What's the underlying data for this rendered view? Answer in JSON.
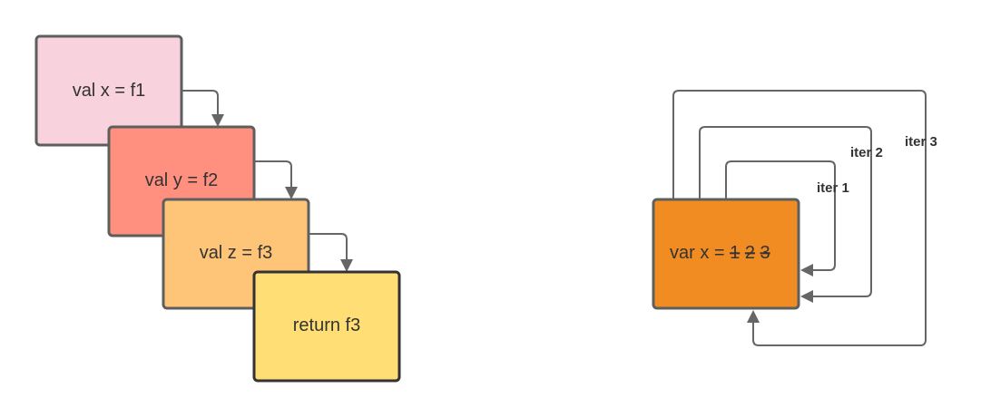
{
  "immutable_flow": {
    "boxes": [
      {
        "label": "val x = f1",
        "fill": "#f8d2dc"
      },
      {
        "label": "val y = f2",
        "fill": "#ff8f7f"
      },
      {
        "label": "val z = f3",
        "fill": "#fec578"
      },
      {
        "label": "return f3",
        "fill": "#ffde75"
      }
    ]
  },
  "mutable_loop": {
    "variable_label": "var x = ",
    "values": [
      "1",
      "2",
      "3"
    ],
    "box_fill": "#f08c22",
    "iterations": [
      {
        "label": "iter 1"
      },
      {
        "label": "iter 2"
      },
      {
        "label": "iter 3"
      }
    ]
  },
  "colors": {
    "stroke": "#5e5e5e",
    "connector": "#666666",
    "text": "#333333"
  }
}
